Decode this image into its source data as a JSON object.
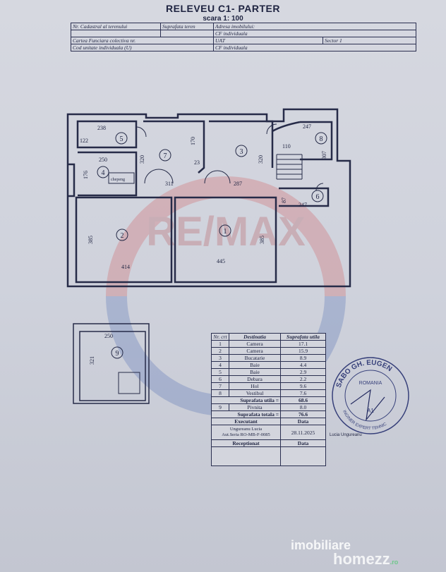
{
  "title": "RELEVEU  C1- PARTER",
  "scale": "scara 1: 100",
  "header": {
    "r1": [
      "Nr. Cadastral al terenului",
      "Suprafata teren",
      "Adresa imobilului:"
    ],
    "r2": [
      "CF individuala"
    ],
    "r3": [
      "Cartea Funciara colectiva nr.",
      "UAT",
      "Sector 1"
    ],
    "r4": [
      "Cod unitate  individuala (U)",
      "CF individuala"
    ]
  },
  "plan": {
    "room_numbers": [
      "1",
      "2",
      "3",
      "4",
      "5",
      "6",
      "7",
      "8",
      "9"
    ],
    "dimensions": {
      "d238": "238",
      "d122": "122",
      "d250a": "250",
      "d176": "176",
      "d320a": "320",
      "d170": "170",
      "d23": "23",
      "d320b": "320",
      "d110": "110",
      "d247a": "247",
      "d307": "307",
      "d87": "87",
      "d247b": "247",
      "d311": "311",
      "d287": "287",
      "d385a": "385",
      "d385b": "385",
      "d414": "414",
      "d445": "445",
      "d250b": "250",
      "d321": "321"
    },
    "closet_label": "chepeng",
    "watermark_text": "RE/MAX"
  },
  "summary": {
    "headers": [
      "Nr. crt",
      "Destinatia",
      "Suprafata utila"
    ],
    "rows": [
      [
        "1",
        "Camera",
        "17.1"
      ],
      [
        "2",
        "Camera",
        "15.9"
      ],
      [
        "3",
        "Bucatarie",
        "8.9"
      ],
      [
        "4",
        "Baie",
        "4.4"
      ],
      [
        "5",
        "Baie",
        "2.9"
      ],
      [
        "6",
        "Debara",
        "2.2"
      ],
      [
        "7",
        "Hol",
        "9.6"
      ],
      [
        "8",
        "Vestibul",
        "7.6"
      ]
    ],
    "util_label": "Suprafata utila  =",
    "util_value": "68.6",
    "row9": [
      "9",
      "Pivnita",
      "8.0"
    ],
    "total_label": "Suprafata totala  =",
    "total_value": "76.6",
    "executant_label": "Executant",
    "data_label": "Data",
    "executant_name": "Ungureanu Lucia",
    "executant_aut": "Aut.Seria RO-MB-F-0085",
    "date": "28.11.2025",
    "receptionat_label": "Receptionat",
    "receptionat_data_label": "Data"
  },
  "stamp": {
    "top_text": "SABO GH. EUGEN",
    "romania": "ROMANIA",
    "expert": "INGINER EXPERT TEHNIC",
    "number": "A1",
    "signature_note": "Lucia Ungureanu"
  },
  "watermarks": {
    "imobiliare": "imobiliare",
    "homezz": "homezz",
    "ro": ".ro"
  }
}
